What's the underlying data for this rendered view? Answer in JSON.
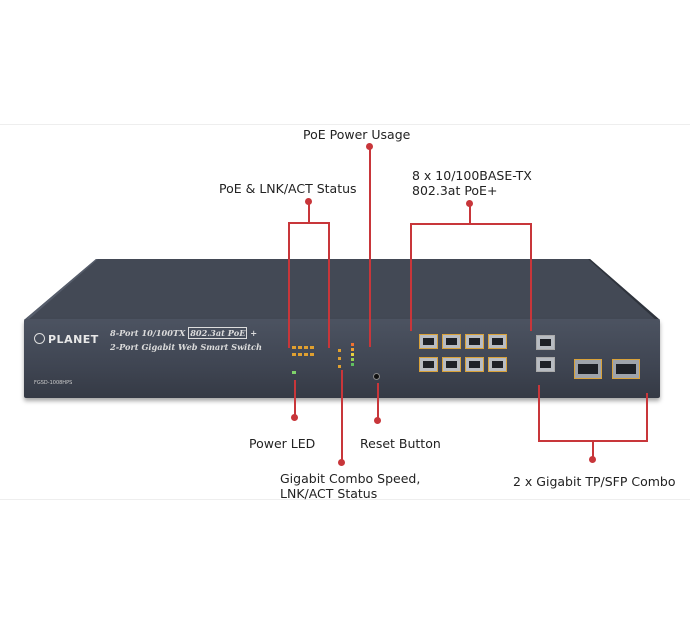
{
  "labels": {
    "poe_power_usage": "PoE Power Usage",
    "poe_lnk_act_status": "PoE & LNK/ACT Status",
    "ports_line1": "8 x 10/100BASE-TX",
    "ports_line2": "802.3at PoE+",
    "power_led": "Power LED",
    "reset_button": "Reset Button",
    "combo_speed_line1": "Gigabit Combo Speed,",
    "combo_speed_line2": "LNK/ACT Status",
    "combo_ports": "2 x Gigabit TP/SFP Combo"
  },
  "device": {
    "brand": "PLANET",
    "desc_line1_a": "8-Port 10/100TX ",
    "desc_line1_hl": "802.3at PoE",
    "desc_line1_b": " +",
    "desc_line2": "2-Port Gigabit Web Smart Switch",
    "model": "FGSD-1008HPS"
  },
  "colors": {
    "callout": "#c8363a",
    "chassis": "#3f4552",
    "port_frame": "#d9a23a"
  }
}
